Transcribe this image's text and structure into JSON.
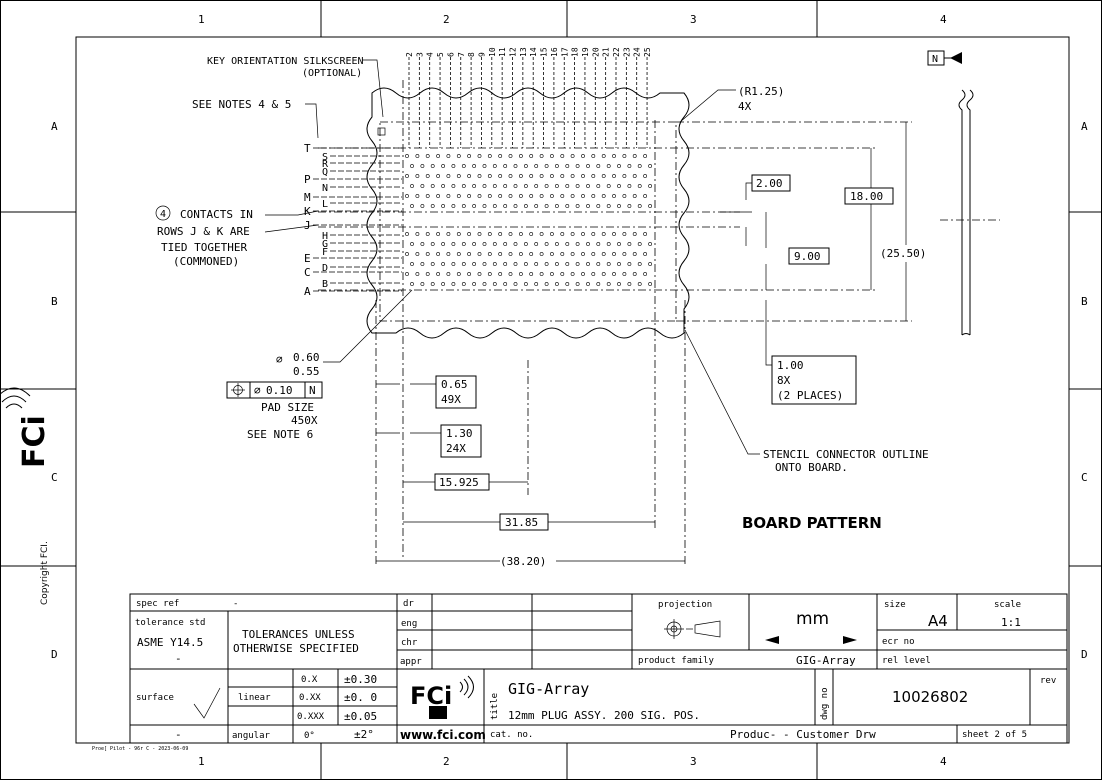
{
  "frame": {
    "cols": [
      "1",
      "2",
      "3",
      "4"
    ],
    "rows": [
      "A",
      "B",
      "C",
      "D"
    ],
    "copyright": "Copyright FCI.",
    "footer_tiny": "Proe[ Pilot - 96r C - 2023-06-09",
    "view_flag": "N"
  },
  "drawing": {
    "pin_numbers": [
      "2",
      "3",
      "4",
      "5",
      "6",
      "7",
      "8",
      "9",
      "10",
      "11",
      "12",
      "13",
      "14",
      "15",
      "16",
      "17",
      "18",
      "19",
      "20",
      "21",
      "22",
      "23",
      "24",
      "25"
    ],
    "row_letters_left": [
      "T",
      "P",
      "M",
      "K",
      "J",
      "E",
      "C",
      "A"
    ],
    "row_letters_right": [
      "S",
      "R",
      "Q",
      "N",
      "L",
      "H",
      "G",
      "F",
      "D",
      "B"
    ],
    "notes": {
      "key_orientation_1": "KEY ORIENTATION SILKSCREEN",
      "key_orientation_2": "(OPTIONAL)",
      "see_notes_45": "SEE NOTES 4 & 5",
      "contacts_num": "4",
      "contacts_1": "CONTACTS IN",
      "contacts_2": "ROWS J & K ARE",
      "contacts_3": "TIED TOGETHER",
      "contacts_4": "(COMMONED)",
      "radius_1": "(R1.25)",
      "radius_2": "4X",
      "diam_1": "0.60",
      "diam_2": "0.55",
      "tol_value": "0.10",
      "tol_datum": "N",
      "pad_1": "PAD SIZE",
      "pad_2": "450X",
      "pad_3": "SEE NOTE 6",
      "stencil_1": "STENCIL CONNECTOR OUTLINE",
      "stencil_2": "ONTO BOARD."
    },
    "dims": {
      "d_2_00": "2.00",
      "d_18_00": "18.00",
      "d_9_00": "9.00",
      "d_25_50": "(25.50)",
      "d_1_00": "1.00",
      "d_1_00_b": "8X",
      "d_1_00_c": "(2 PLACES)",
      "d_0_65": "0.65",
      "d_0_65_b": "49X",
      "d_1_30": "1.30",
      "d_1_30_b": "24X",
      "d_15_925": "15.925",
      "d_31_85": "31.85",
      "d_38_20": "(38.20)"
    },
    "board_pattern": "BOARD PATTERN"
  },
  "title_block": {
    "spec_ref_label": "spec ref",
    "spec_ref_value": "-",
    "tol_std_label": "tolerance std",
    "tol_std_value": "ASME Y14.5",
    "tol_std_dash": "-",
    "tol_unless_1": "TOLERANCES UNLESS",
    "tol_unless_2": "OTHERWISE SPECIFIED",
    "surface_label": "surface",
    "surface_dash": "-",
    "linear_label": "linear",
    "angular_label": "angular",
    "tol_rows": [
      {
        "k": "0.X",
        "v": "±0.30"
      },
      {
        "k": "0.XX",
        "v": "±0. 0"
      },
      {
        "k": "0.XXX",
        "v": "±0.05"
      }
    ],
    "angular_k": "0°",
    "angular_v": "±2°",
    "dr": "dr",
    "eng": "eng",
    "chr": "chr",
    "appr": "appr",
    "projection_label": "projection",
    "units": "mm",
    "product_family_label": "product family",
    "product_family_value": "GIG-Array",
    "size_label": "size",
    "size_value": "A4",
    "scale_label": "scale",
    "scale_value": "1:1",
    "ecr_label": "ecr no",
    "rel_label": "rel level",
    "title_label": "title",
    "title_1": "GIG-Array",
    "title_2": "12mm PLUG ASSY. 200 SIG. POS.",
    "dwg_label": "dwg no",
    "dwg_no": "10026802",
    "rev_label": "rev",
    "website": "www.fci.com",
    "cat_label": "cat. no.",
    "product_label": "Produc- - Customer Drw",
    "sheet": "sheet 2 of 5"
  }
}
